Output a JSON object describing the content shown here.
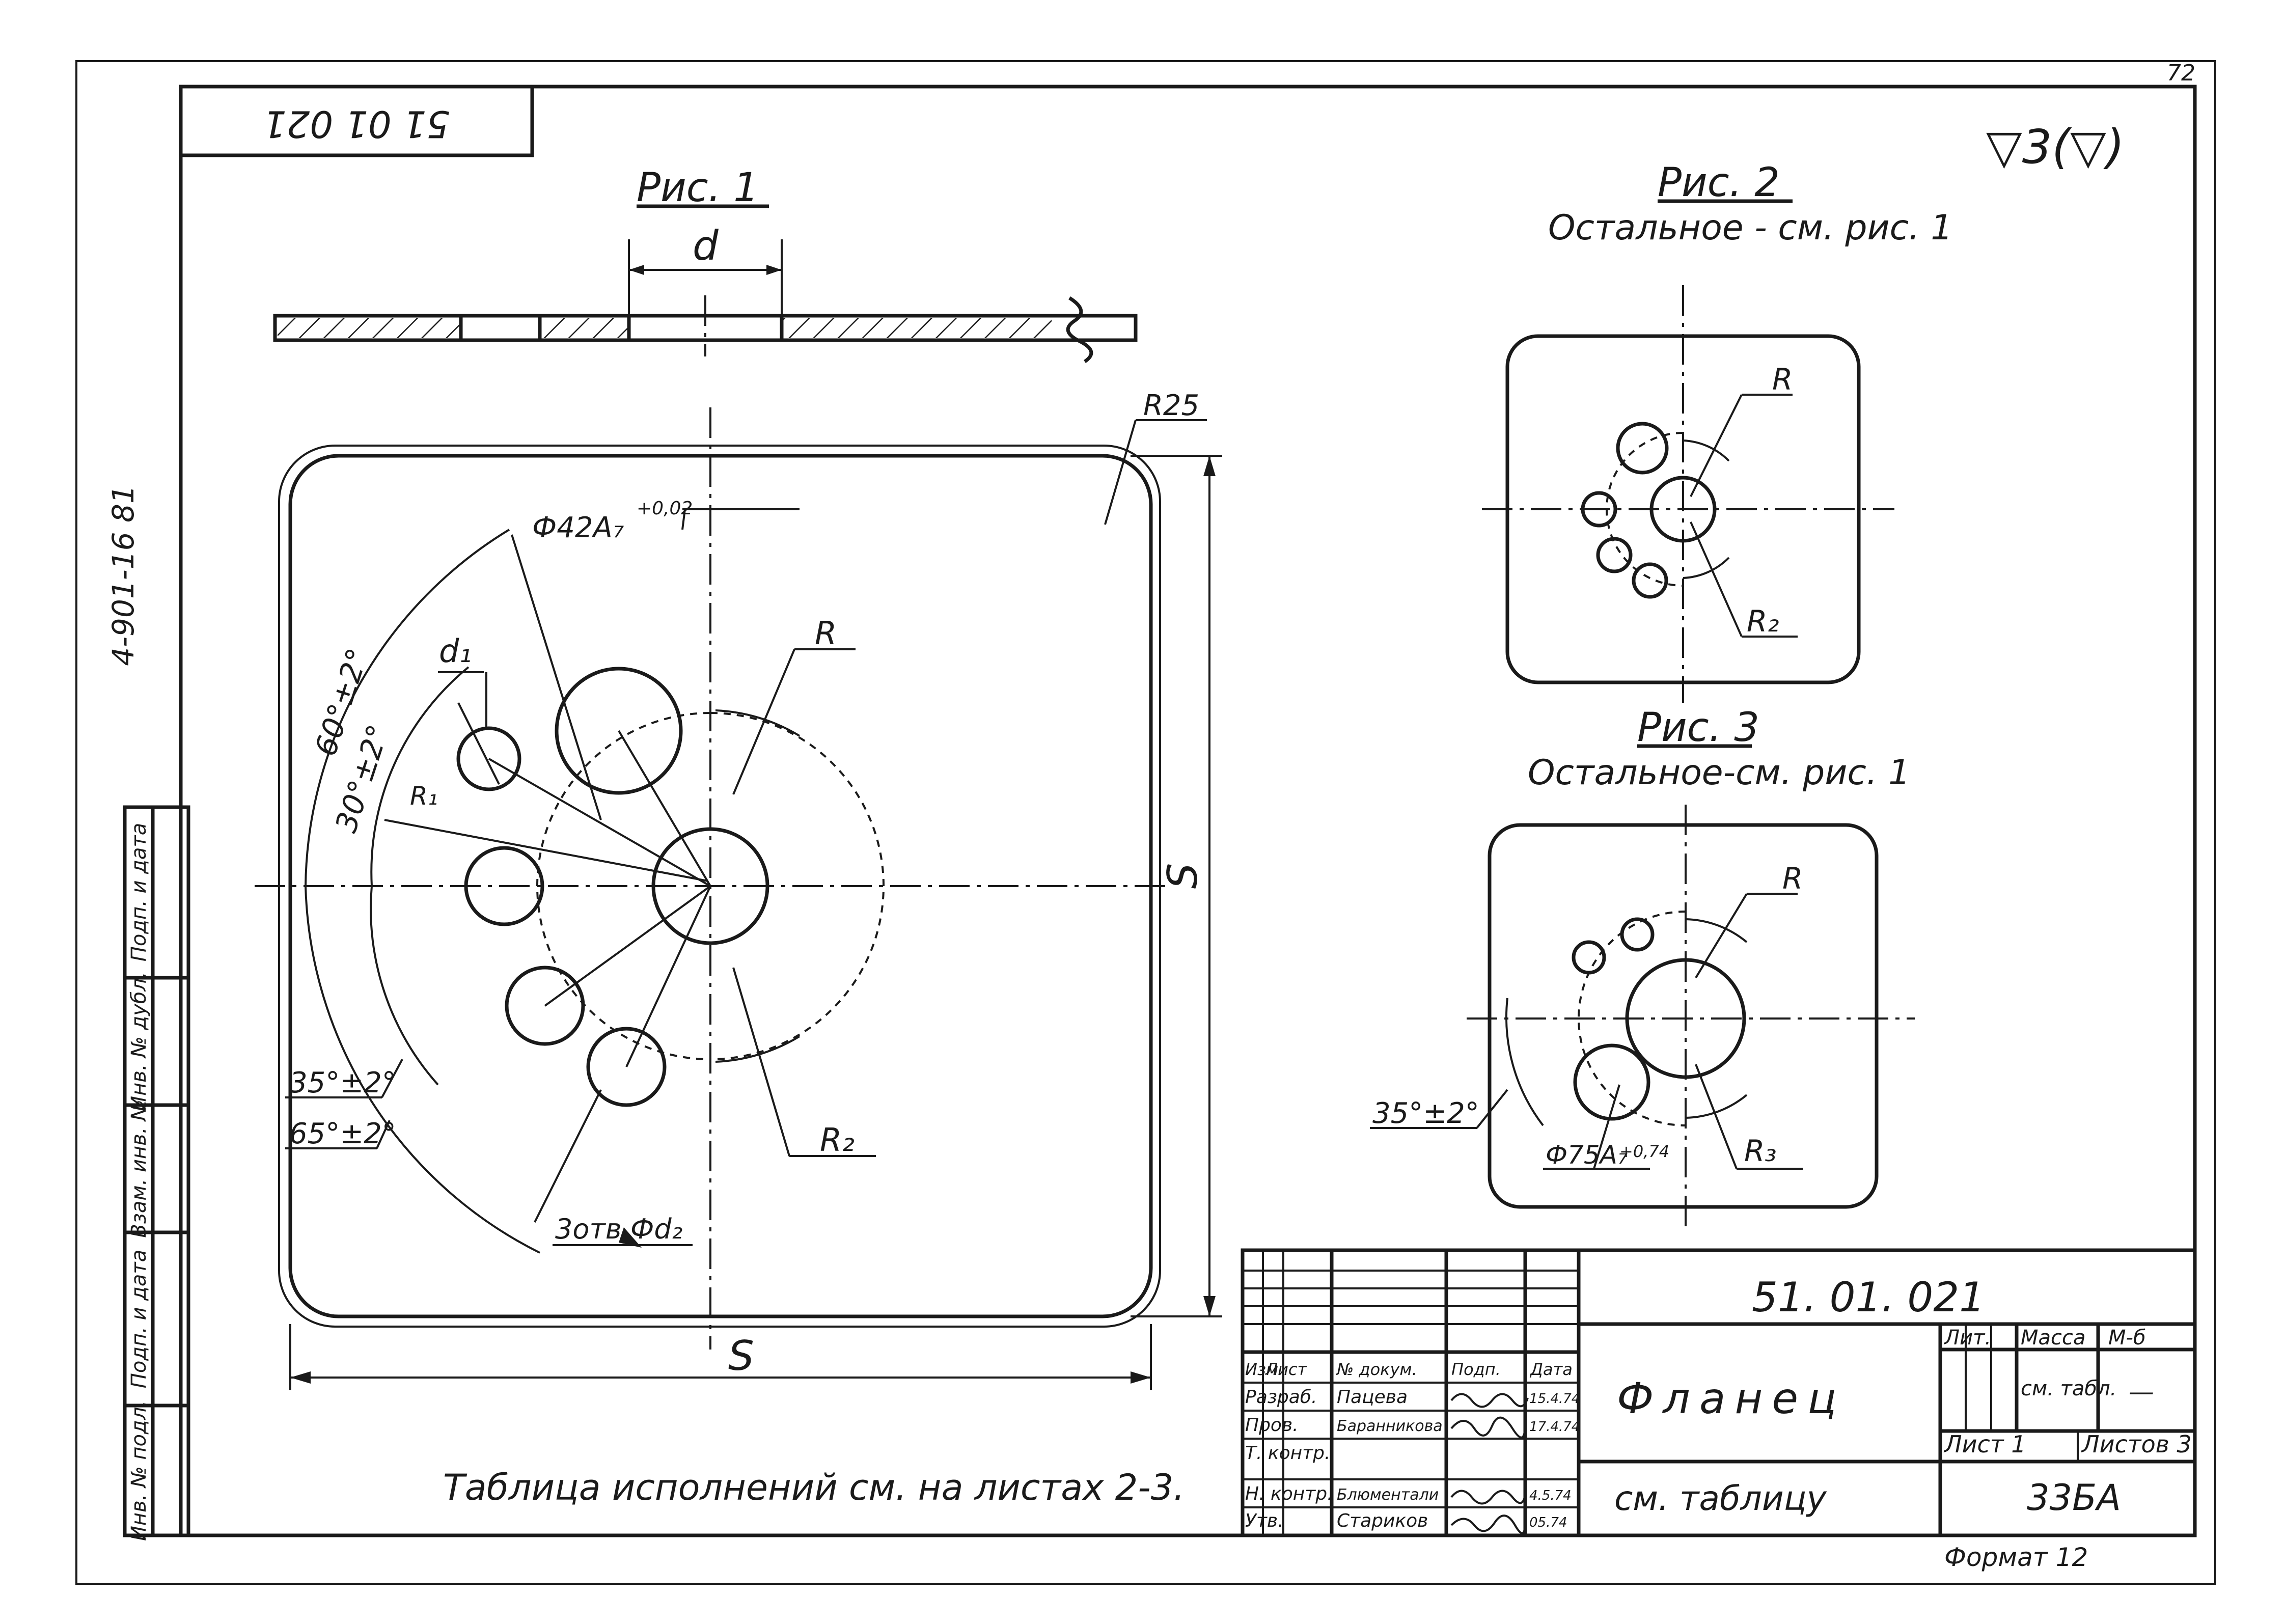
{
  "sheet_number": "72",
  "stamp_code_rotated": "51 01 021",
  "side_code": "4-901-16 81",
  "surface_finish": "▽3(▽)",
  "fig1": {
    "title": "Рис. 1"
  },
  "fig2": {
    "title": "Рис. 2",
    "note": "Остальное - см. рис. 1"
  },
  "fig3": {
    "title": "Рис. 3",
    "note": "Остальное-см. рис. 1"
  },
  "dims": {
    "d": "d",
    "r25": "R25",
    "phi42": "Ф42А₇",
    "phi42_tol": "+0,02",
    "d1": "d₁",
    "r1": "R₁",
    "r": "R",
    "r2": "R₂",
    "r3": "R₃",
    "a60": "60°±2°",
    "a30": "30°±2°",
    "a35": "35°±2°",
    "a65": "65°±2°",
    "holes": "3отв.Фd₂",
    "s_h": "S",
    "s_v": "S",
    "fig3_phi75": "Ф75А₇",
    "fig3_phi75_tol": "+0,74",
    "fig3_a35": "35°±2°"
  },
  "table_note": "Таблица исполнений см. на листах 2-3.",
  "side_block": {
    "cells": [
      "Инв. № подл.",
      "Подп. и дата",
      "Взам. инв. №",
      "Инв. № дубл.",
      "Подп. и дата"
    ]
  },
  "title_block": {
    "doc_number": "51. 01. 021",
    "name": "Фланец",
    "material": "см. таблицу",
    "sheet_label": "Лист 1",
    "sheets_label": "Листов 3",
    "org": "33БА",
    "format": "Формат 12",
    "lit_label": "Лит.",
    "mass_label": "Масса",
    "scale_label": "М-б",
    "mass_value": "см. табл.",
    "scale_value": "—",
    "header": [
      "Изм",
      "Лист",
      "№ докум.",
      "Подп.",
      "Дата"
    ],
    "rows": [
      {
        "role": "Разраб.",
        "name": "Пацева",
        "sign": "подпись",
        "date": "15.4.74"
      },
      {
        "role": "Пров.",
        "name": "Баранникова",
        "sign": "подпись",
        "date": "17.4.74"
      },
      {
        "role": "Т. контр.",
        "name": "",
        "sign": "",
        "date": ""
      },
      {
        "role": "Н. контр.",
        "name": "Блюментали",
        "sign": "подпись",
        "date": "4.5.74"
      },
      {
        "role": "Утв.",
        "name": "Стариков",
        "sign": "подпись",
        "date": "05.74"
      }
    ]
  }
}
